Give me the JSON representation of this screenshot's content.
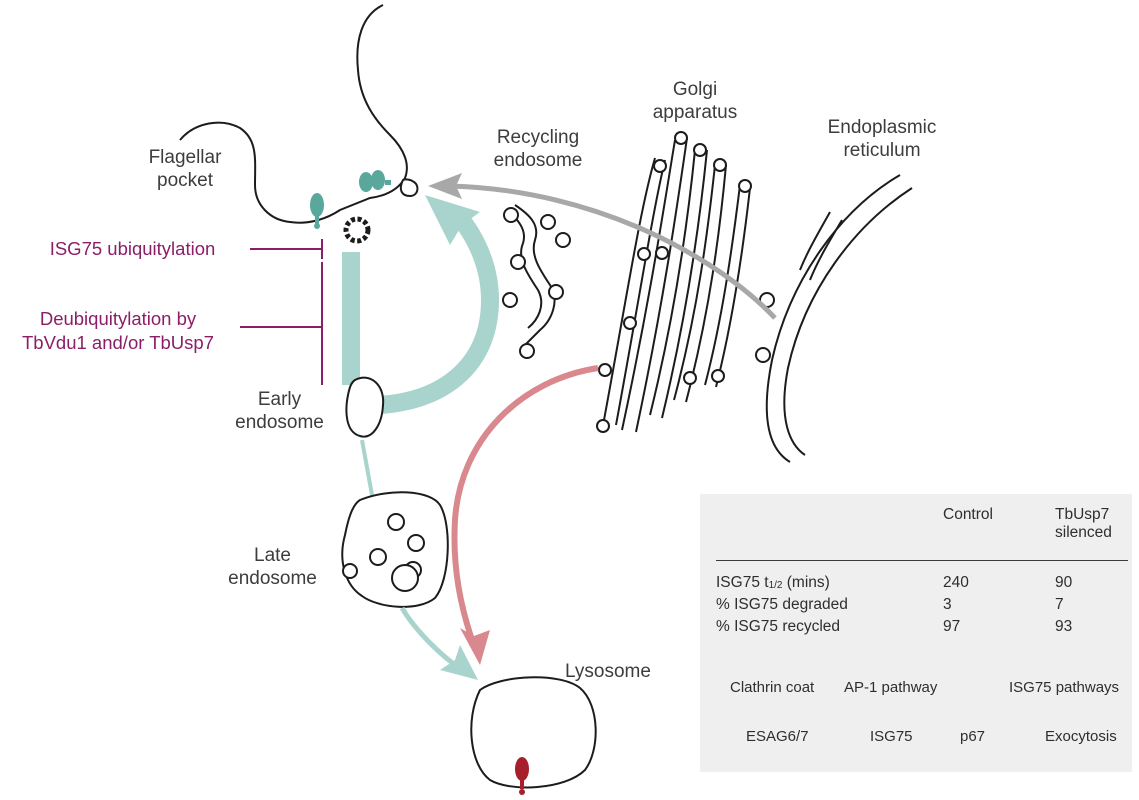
{
  "labels": {
    "flagellar_pocket": [
      "Flagellar",
      "pocket"
    ],
    "recycling_endosome": [
      "Recycling",
      "endosome"
    ],
    "golgi": [
      "Golgi",
      "apparatus"
    ],
    "er": [
      "Endoplasmic",
      "reticulum"
    ],
    "early_endosome": [
      "Early",
      "endosome"
    ],
    "late_endosome": [
      "Late",
      "endosome"
    ],
    "lysosome": "Lysosome"
  },
  "annotations": {
    "isg75_ubiquitylation": "ISG75 ubiquitylation",
    "deubiquitylation": [
      "Deubiquitylation by",
      "TbVdu1 and/or TbUsp7"
    ]
  },
  "table": {
    "headers": {
      "control": "Control",
      "silenced": [
        "TbUsp7",
        "silenced"
      ]
    },
    "rows": [
      {
        "label_main": "ISG75 t",
        "label_sub": "1/2",
        "label_rest": " (mins)",
        "control": "240",
        "silenced": "90"
      },
      {
        "label_main": "% ISG75 degraded",
        "label_sub": "",
        "label_rest": "",
        "control": "3",
        "silenced": "7"
      },
      {
        "label_main": "% ISG75 recycled",
        "label_sub": "",
        "label_rest": "",
        "control": "97",
        "silenced": "93"
      }
    ]
  },
  "legend": {
    "clathrin": "Clathrin coat",
    "ap1": "AP-1 pathway",
    "isg75_pathways": "ISG75 pathways",
    "esag": "ESAG6/7",
    "isg75": "ISG75",
    "p67": "p67",
    "exocytosis": "Exocytosis"
  },
  "colors": {
    "teal": "#5aa89c",
    "teal_light": "#a9d4cd",
    "pink": "#d9898e",
    "gray_arrow": "#a8a8a8",
    "magenta_text": "#8b1e67",
    "p67_red": "#a51f2c",
    "table_bg": "#efefef"
  }
}
